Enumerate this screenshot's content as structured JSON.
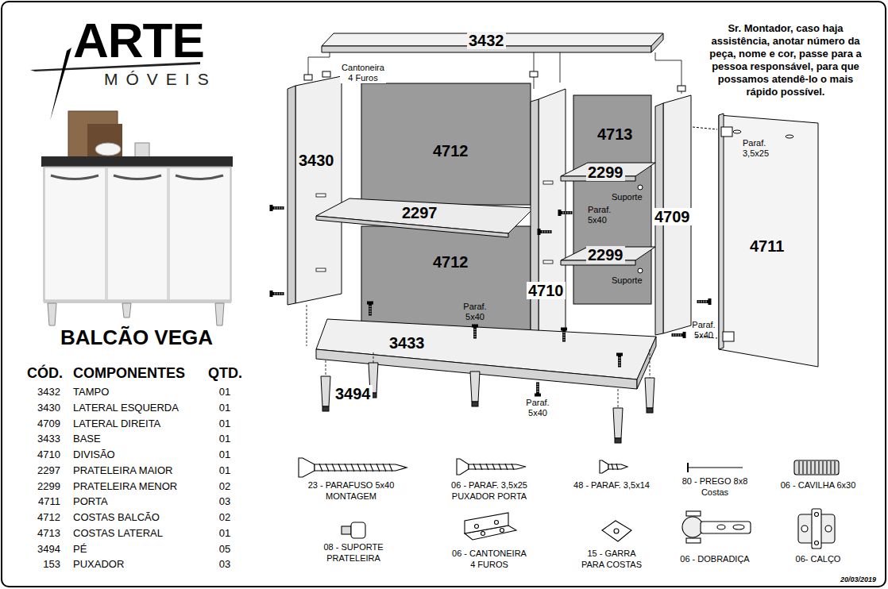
{
  "diagram": {
    "title": "BALCÃO VEGA",
    "labels": [
      "ARTE",
      "MÓVEIS",
      "Sr. Montador, caso haja assistência, anotar número da peça, nome e cor, passe para a pessoa responsável, para que possamos atendê-lo o mais rápido possível.",
      "3432",
      "Cantoneira 4 Furos",
      "3430",
      "4712",
      "4713",
      "2299",
      "Suporte",
      "2297",
      "Paraf. 5x40",
      "4709",
      "Paraf. 3,5x25",
      "4711",
      "4712",
      "2299",
      "Suporte",
      "4710",
      "Paraf. 5x40",
      "3433",
      "Paraf. 5x40",
      "3494",
      "Paraf. 5x40",
      "CÓD.",
      "COMPONENTES",
      "QTD.",
      "3432",
      "TAMPO",
      "01",
      "3430",
      "LATERAL ESQUERDA",
      "01",
      "4709",
      "LATERAL DIREITA",
      "01",
      "3433",
      "BASE",
      "01",
      "4710",
      "DIVISÃO",
      "01",
      "2297",
      "PRATELEIRA MAIOR",
      "01",
      "2299",
      "PRATELEIRA MENOR",
      "02",
      "4711",
      "PORTA",
      "03",
      "4712",
      "COSTAS BALCÃO",
      "02",
      "4713",
      "COSTAS LATERAL",
      "01",
      "3494",
      "PÉ",
      "05",
      "153",
      "PUXADOR",
      "03",
      "23 - PARAFUSO 5x40 MONTAGEM",
      "06 - PARAF. 3,5x25 PUXADOR PORTA",
      "48 - PARAF. 3,5x14",
      "80 - PREGO 8x8 Costas",
      "06 - CAVILHA 6x30",
      "08 - SUPORTE PRATELEIRA",
      "06 - CANTONEIRA 4 FUROS",
      "15 - GARRA PARA COSTAS",
      "06 - DOBRADIÇA",
      "06- CALÇO",
      "20/03/2019"
    ]
  }
}
